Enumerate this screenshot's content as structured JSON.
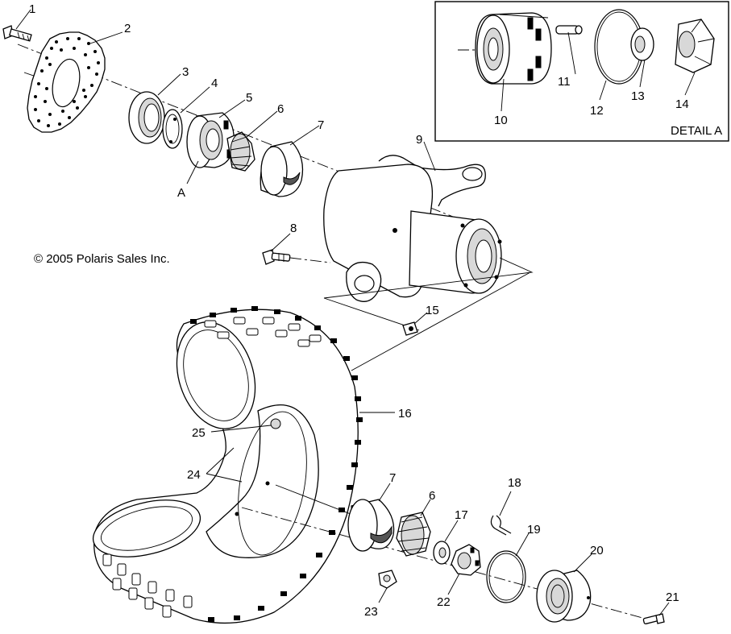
{
  "copyright": "© 2005 Polaris Sales Inc.",
  "detail_title": "DETAIL A",
  "callouts": {
    "c1": "1",
    "c2": "2",
    "c3": "3",
    "c4": "4",
    "c5": "5",
    "c6": "6",
    "c7": "7",
    "c8": "8",
    "c9": "9",
    "c10": "10",
    "c11": "11",
    "c12": "12",
    "c13": "13",
    "c14": "14",
    "c15": "15",
    "c16": "16",
    "c6b": "6",
    "c7b": "7",
    "c17": "17",
    "c18": "18",
    "c19": "19",
    "c20": "20",
    "c21": "21",
    "c22": "22",
    "c23": "23",
    "c24": "24",
    "c25": "25",
    "cA": "A"
  }
}
